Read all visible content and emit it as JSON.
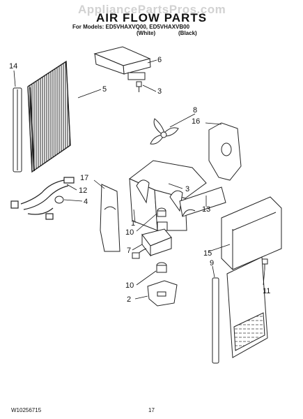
{
  "header": {
    "watermark": "AppliancePartsPros.com",
    "title": "AIR FLOW PARTS",
    "models_line": "For Models: ED5VHAXVQ00, ED5VHAXVB00",
    "variant_white": "(White)",
    "variant_black": "(Black)"
  },
  "callouts": [
    "14",
    "5",
    "6",
    "3",
    "8",
    "16",
    "17",
    "12",
    "4",
    "3",
    "13",
    "1",
    "10",
    "7",
    "15",
    "9",
    "10",
    "2",
    "11"
  ],
  "footer": {
    "doc_number": "W10256715",
    "page_number": "17"
  }
}
